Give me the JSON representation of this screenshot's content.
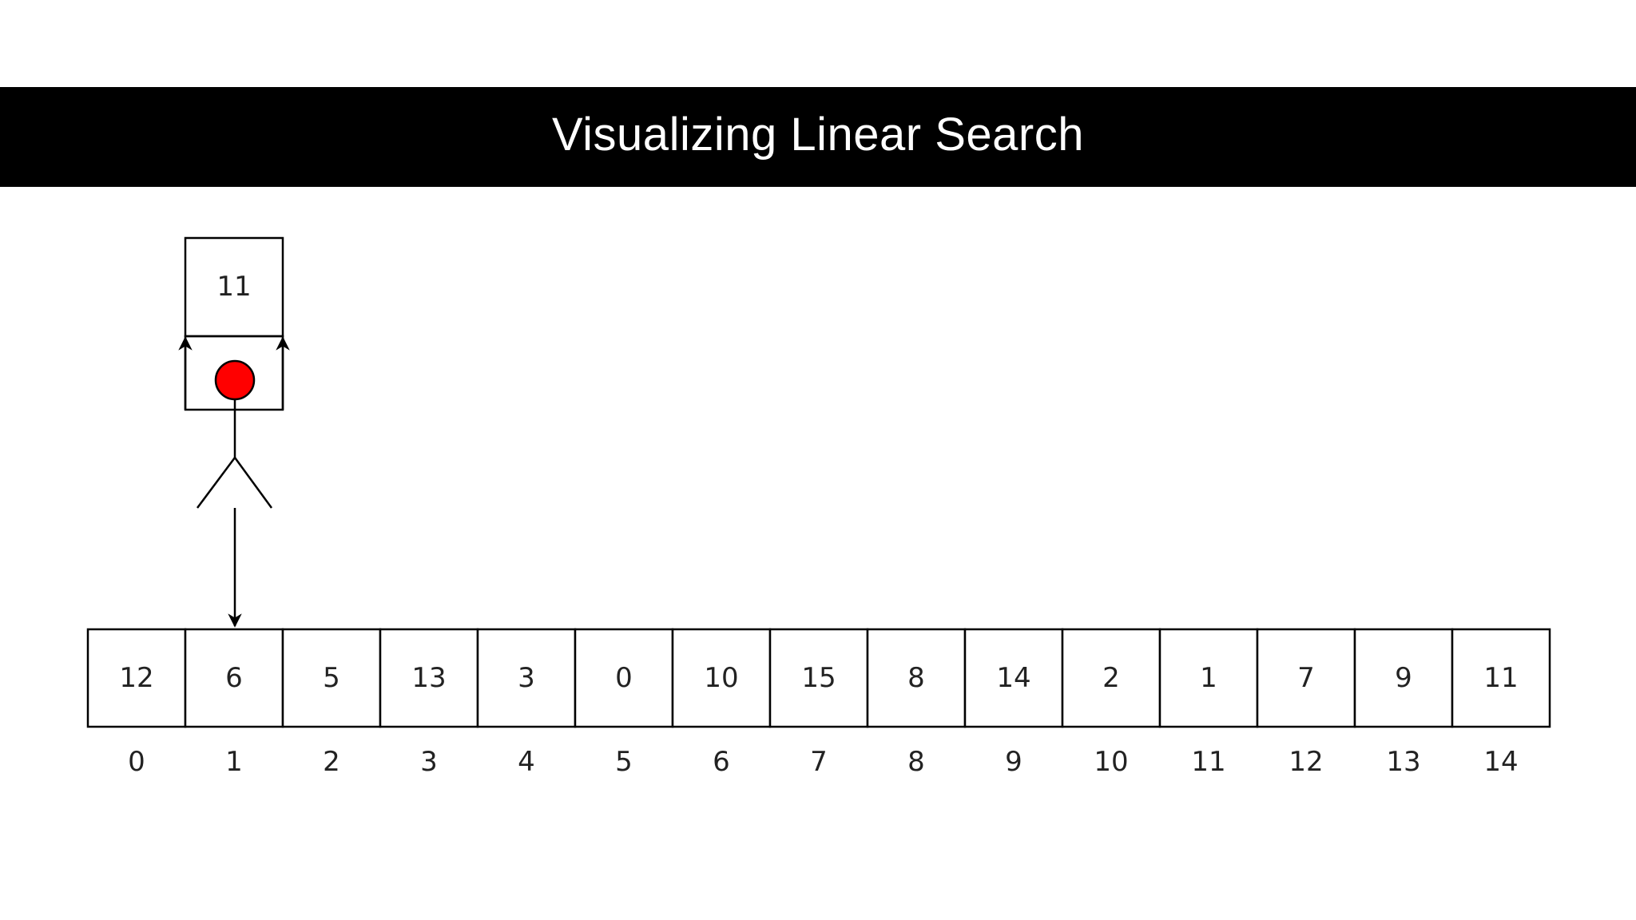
{
  "title": "Visualizing Linear Search",
  "target": {
    "label": "11"
  },
  "searcher": {
    "current_index": 1,
    "head_color": "#ff0000"
  },
  "array": {
    "values": [
      "12",
      "6",
      "5",
      "13",
      "3",
      "0",
      "10",
      "15",
      "8",
      "14",
      "2",
      "1",
      "7",
      "9",
      "11"
    ],
    "indices": [
      "0",
      "1",
      "2",
      "3",
      "4",
      "5",
      "6",
      "7",
      "8",
      "9",
      "10",
      "11",
      "12",
      "13",
      "14"
    ]
  }
}
